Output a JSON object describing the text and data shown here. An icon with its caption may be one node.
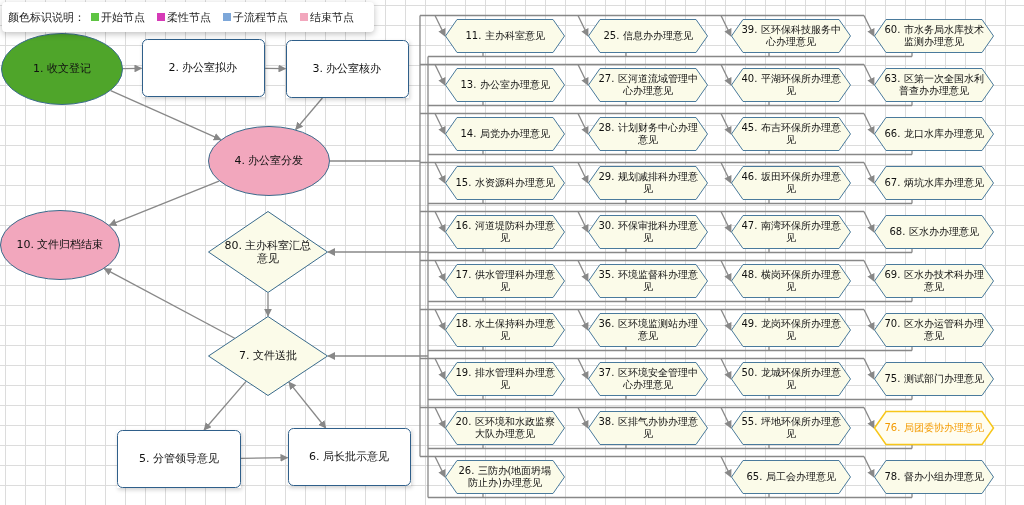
{
  "diagram": {
    "nodes": [
      {
        "text": [
          "1. 收文登记"
        ]
      },
      {
        "text": [
          "2. 办公室拟办"
        ]
      },
      {
        "text": [
          "3. 办公室核办"
        ]
      },
      {
        "text": [
          "4. 办公室分发"
        ]
      },
      {
        "text": [
          "10. 文件归档结束"
        ]
      },
      {
        "text": [
          "80. 主办科室汇总意见"
        ]
      },
      {
        "text": [
          "7. 文件送批"
        ]
      },
      {
        "text": [
          "5. 分管领导意见"
        ]
      },
      {
        "text": [
          "6. 局长批示意见"
        ]
      },
      {
        "text": [
          "11. 主办科室意见"
        ]
      },
      {
        "text": [
          "13. 办公室办理意见"
        ]
      },
      {
        "text": [
          "14. 局党办办理意见"
        ]
      },
      {
        "text": [
          "15. 水资源科办理意见"
        ]
      },
      {
        "text": [
          "16. 河道堤防科办理意见"
        ]
      },
      {
        "text": [
          "17. 供水管理科办理意见"
        ]
      },
      {
        "text": [
          "18. 水土保持科办理意见"
        ]
      },
      {
        "text": [
          "19. 排水管理科办理意见"
        ]
      },
      {
        "text": [
          "20. 区环境和水政监察大队办理意见"
        ]
      },
      {
        "text": [
          "26. 三防办(地面坍塌防止办)办理意见"
        ]
      },
      {
        "text": [
          "25. 信息办办理意见"
        ]
      },
      {
        "text": [
          "27. 区河道流域管理中心办理意见"
        ]
      },
      {
        "text": [
          "28. 计划财务中心办理意见"
        ]
      },
      {
        "text": [
          "29. 规划减排科办理意见"
        ]
      },
      {
        "text": [
          "30. 环保审批科办理意见"
        ]
      },
      {
        "text": [
          "35. 环境监督科办理意见"
        ]
      },
      {
        "text": [
          "36. 区环境监测站办理意见"
        ]
      },
      {
        "text": [
          "37. 区环境安全管理中心办理意见"
        ]
      },
      {
        "text": [
          "38. 区排气办协办理意见"
        ]
      },
      {
        "text": [
          "39. 区环保科技服务中心办理意见"
        ]
      },
      {
        "text": [
          "40. 平湖环保所办理意见"
        ]
      },
      {
        "text": [
          "45. 布吉环保所办理意见"
        ]
      },
      {
        "text": [
          "46. 坂田环保所办理意见"
        ]
      },
      {
        "text": [
          "47. 南湾环保所办理意见"
        ]
      },
      {
        "text": [
          "48. 横岗环保所办理意见"
        ]
      },
      {
        "text": [
          "49. 龙岗环保所办理意见"
        ]
      },
      {
        "text": [
          "50. 龙城环保所办理意见"
        ]
      },
      {
        "text": [
          "55. 坪地环保所办理意见"
        ]
      },
      {
        "text": [
          "65. 局工会办理意见"
        ]
      },
      {
        "text": [
          "60. 市水务局水库技术监测办理意见"
        ]
      },
      {
        "text": [
          "63. 区第一次全国水利普查办办理意见"
        ]
      },
      {
        "text": [
          "66. 龙口水库办理意见"
        ]
      },
      {
        "text": [
          "67. 炳坑水库办理意见"
        ]
      },
      {
        "text": [
          "68. 区水办办理意见"
        ]
      },
      {
        "text": [
          "69. 区水办技术科办理意见"
        ]
      },
      {
        "text": [
          "70. 区水办运管科办理意见"
        ]
      },
      {
        "text": [
          "75. 测试部门办理意见"
        ]
      },
      {
        "text": [
          "76. 局团委协办理意见"
        ]
      },
      {
        "text": [
          "78. 督办小组办理意见"
        ]
      }
    ],
    "edges": [
      {
        "from": 0,
        "to": 1,
        "arrow": "to"
      },
      {
        "from": 1,
        "to": 2,
        "arrow": "to"
      },
      {
        "from": 2,
        "to": 3,
        "arrow": "to"
      },
      {
        "from": 0,
        "to": 3,
        "arrow": "to"
      },
      {
        "from": 3,
        "to": 4,
        "arrow": "to"
      },
      {
        "from": 5,
        "to": 6,
        "arrow": "to"
      },
      {
        "from": 6,
        "to": 4,
        "arrow": "to"
      },
      {
        "from": 6,
        "to": 7,
        "arrow": "to"
      },
      {
        "from": 6,
        "to": 8,
        "arrow": "both"
      },
      {
        "from": 7,
        "to": 8,
        "arrow": "to"
      },
      {
        "from": 3,
        "to": 9,
        "arrow": "to"
      },
      {
        "from": 3,
        "to": 10,
        "arrow": "to"
      },
      {
        "from": 3,
        "to": 11,
        "arrow": "to"
      },
      {
        "from": 3,
        "to": 12,
        "arrow": "to"
      },
      {
        "from": 3,
        "to": 13,
        "arrow": "to"
      },
      {
        "from": 3,
        "to": 14,
        "arrow": "to"
      },
      {
        "from": 3,
        "to": 15,
        "arrow": "to"
      },
      {
        "from": 3,
        "to": 16,
        "arrow": "to"
      },
      {
        "from": 3,
        "to": 17,
        "arrow": "to"
      },
      {
        "from": 3,
        "to": 18,
        "arrow": "to"
      },
      {
        "from": 3,
        "to": 19,
        "arrow": "to"
      },
      {
        "from": 3,
        "to": 20,
        "arrow": "to"
      },
      {
        "from": 3,
        "to": 21,
        "arrow": "to"
      },
      {
        "from": 3,
        "to": 22,
        "arrow": "to"
      },
      {
        "from": 3,
        "to": 23,
        "arrow": "to"
      },
      {
        "from": 3,
        "to": 24,
        "arrow": "to"
      },
      {
        "from": 3,
        "to": 25,
        "arrow": "to"
      },
      {
        "from": 3,
        "to": 26,
        "arrow": "to"
      },
      {
        "from": 3,
        "to": 27,
        "arrow": "to"
      },
      {
        "from": 3,
        "to": 28,
        "arrow": "to"
      },
      {
        "from": 3,
        "to": 29,
        "arrow": "to"
      },
      {
        "from": 3,
        "to": 30,
        "arrow": "to"
      },
      {
        "from": 3,
        "to": 31,
        "arrow": "to"
      },
      {
        "from": 3,
        "to": 32,
        "arrow": "to"
      },
      {
        "from": 3,
        "to": 33,
        "arrow": "to"
      },
      {
        "from": 3,
        "to": 34,
        "arrow": "to"
      },
      {
        "from": 3,
        "to": 35,
        "arrow": "to"
      },
      {
        "from": 3,
        "to": 36,
        "arrow": "to"
      },
      {
        "from": 3,
        "to": 37,
        "arrow": "to"
      },
      {
        "from": 3,
        "to": 38,
        "arrow": "to"
      },
      {
        "from": 3,
        "to": 39,
        "arrow": "to"
      },
      {
        "from": 3,
        "to": 40,
        "arrow": "to"
      },
      {
        "from": 3,
        "to": 41,
        "arrow": "to"
      },
      {
        "from": 3,
        "to": 42,
        "arrow": "to"
      },
      {
        "from": 3,
        "to": 43,
        "arrow": "to"
      },
      {
        "from": 3,
        "to": 44,
        "arrow": "to"
      },
      {
        "from": 3,
        "to": 45,
        "arrow": "to"
      },
      {
        "from": 3,
        "to": 46,
        "arrow": "to"
      },
      {
        "from": 3,
        "to": 47,
        "arrow": "to"
      },
      {
        "from": 9,
        "to": 5,
        "arrow": "to"
      },
      {
        "from": 10,
        "to": 5,
        "arrow": "to"
      },
      {
        "from": 11,
        "to": 5,
        "arrow": "to"
      },
      {
        "from": 12,
        "to": 5,
        "arrow": "to"
      },
      {
        "from": 13,
        "to": 5,
        "arrow": "to"
      },
      {
        "from": 14,
        "to": 5,
        "arrow": "to"
      },
      {
        "from": 15,
        "to": 5,
        "arrow": "to"
      },
      {
        "from": 16,
        "to": 5,
        "arrow": "to"
      },
      {
        "from": 17,
        "to": 5,
        "arrow": "to"
      },
      {
        "from": 18,
        "to": 5,
        "arrow": "to"
      },
      {
        "from": 19,
        "to": 5,
        "arrow": "to"
      },
      {
        "from": 20,
        "to": 5,
        "arrow": "to"
      },
      {
        "from": 21,
        "to": 5,
        "arrow": "to"
      },
      {
        "from": 22,
        "to": 5,
        "arrow": "to"
      },
      {
        "from": 23,
        "to": 5,
        "arrow": "to"
      },
      {
        "from": 24,
        "to": 5,
        "arrow": "to"
      },
      {
        "from": 25,
        "to": 5,
        "arrow": "to"
      },
      {
        "from": 26,
        "to": 5,
        "arrow": "to"
      },
      {
        "from": 27,
        "to": 5,
        "arrow": "to"
      },
      {
        "from": 28,
        "to": 5,
        "arrow": "to"
      },
      {
        "from": 29,
        "to": 5,
        "arrow": "to"
      },
      {
        "from": 30,
        "to": 5,
        "arrow": "to"
      },
      {
        "from": 31,
        "to": 5,
        "arrow": "to"
      },
      {
        "from": 32,
        "to": 5,
        "arrow": "to"
      },
      {
        "from": 33,
        "to": 5,
        "arrow": "to"
      },
      {
        "from": 34,
        "to": 5,
        "arrow": "to"
      },
      {
        "from": 35,
        "to": 5,
        "arrow": "to"
      },
      {
        "from": 36,
        "to": 5,
        "arrow": "to"
      },
      {
        "from": 37,
        "to": 5,
        "arrow": "to"
      },
      {
        "from": 38,
        "to": 5,
        "arrow": "to"
      },
      {
        "from": 39,
        "to": 5,
        "arrow": "to"
      },
      {
        "from": 40,
        "to": 5,
        "arrow": "to"
      },
      {
        "from": 41,
        "to": 5,
        "arrow": "to"
      },
      {
        "from": 42,
        "to": 5,
        "arrow": "to"
      },
      {
        "from": 43,
        "to": 5,
        "arrow": "to"
      },
      {
        "from": 44,
        "to": 5,
        "arrow": "to"
      },
      {
        "from": 45,
        "to": 5,
        "arrow": "to"
      },
      {
        "from": 46,
        "to": 5,
        "arrow": "to"
      },
      {
        "from": 47,
        "to": 5,
        "arrow": "to"
      },
      {
        "from": 9,
        "to": 6,
        "arrow": "to"
      },
      {
        "from": 10,
        "to": 6,
        "arrow": "to"
      },
      {
        "from": 11,
        "to": 6,
        "arrow": "to"
      },
      {
        "from": 12,
        "to": 6,
        "arrow": "to"
      },
      {
        "from": 13,
        "to": 6,
        "arrow": "to"
      },
      {
        "from": 14,
        "to": 6,
        "arrow": "to"
      },
      {
        "from": 15,
        "to": 6,
        "arrow": "to"
      },
      {
        "from": 16,
        "to": 6,
        "arrow": "to"
      },
      {
        "from": 17,
        "to": 6,
        "arrow": "to"
      },
      {
        "from": 18,
        "to": 6,
        "arrow": "to"
      },
      {
        "from": 19,
        "to": 6,
        "arrow": "to"
      },
      {
        "from": 20,
        "to": 6,
        "arrow": "to"
      },
      {
        "from": 21,
        "to": 6,
        "arrow": "to"
      },
      {
        "from": 22,
        "to": 6,
        "arrow": "to"
      },
      {
        "from": 23,
        "to": 6,
        "arrow": "to"
      },
      {
        "from": 24,
        "to": 6,
        "arrow": "to"
      },
      {
        "from": 25,
        "to": 6,
        "arrow": "to"
      },
      {
        "from": 26,
        "to": 6,
        "arrow": "to"
      },
      {
        "from": 27,
        "to": 6,
        "arrow": "to"
      },
      {
        "from": 28,
        "to": 6,
        "arrow": "to"
      },
      {
        "from": 29,
        "to": 6,
        "arrow": "to"
      },
      {
        "from": 30,
        "to": 6,
        "arrow": "to"
      },
      {
        "from": 31,
        "to": 6,
        "arrow": "to"
      },
      {
        "from": 32,
        "to": 6,
        "arrow": "to"
      },
      {
        "from": 33,
        "to": 6,
        "arrow": "to"
      },
      {
        "from": 34,
        "to": 6,
        "arrow": "to"
      },
      {
        "from": 35,
        "to": 6,
        "arrow": "to"
      },
      {
        "from": 36,
        "to": 6,
        "arrow": "to"
      },
      {
        "from": 37,
        "to": 6,
        "arrow": "to"
      },
      {
        "from": 38,
        "to": 6,
        "arrow": "to"
      },
      {
        "from": 39,
        "to": 6,
        "arrow": "to"
      },
      {
        "from": 40,
        "to": 6,
        "arrow": "to"
      },
      {
        "from": 41,
        "to": 6,
        "arrow": "to"
      },
      {
        "from": 42,
        "to": 6,
        "arrow": "to"
      },
      {
        "from": 43,
        "to": 6,
        "arrow": "to"
      },
      {
        "from": 44,
        "to": 6,
        "arrow": "to"
      },
      {
        "from": 45,
        "to": 6,
        "arrow": "to"
      },
      {
        "from": 46,
        "to": 6,
        "arrow": "to"
      },
      {
        "from": 47,
        "to": 6,
        "arrow": "to"
      }
    ],
    "labels": [
      "颜色标识说明："
    ],
    "legend": [
      {
        "text": "开始节点",
        "color": "#5ec443"
      },
      {
        "text": "柔性节点",
        "color": "#d63ab7"
      },
      {
        "text": "子流程节点",
        "color": "#7da7d9"
      },
      {
        "text": "结束节点",
        "color": "#f2a7bd"
      }
    ]
  }
}
